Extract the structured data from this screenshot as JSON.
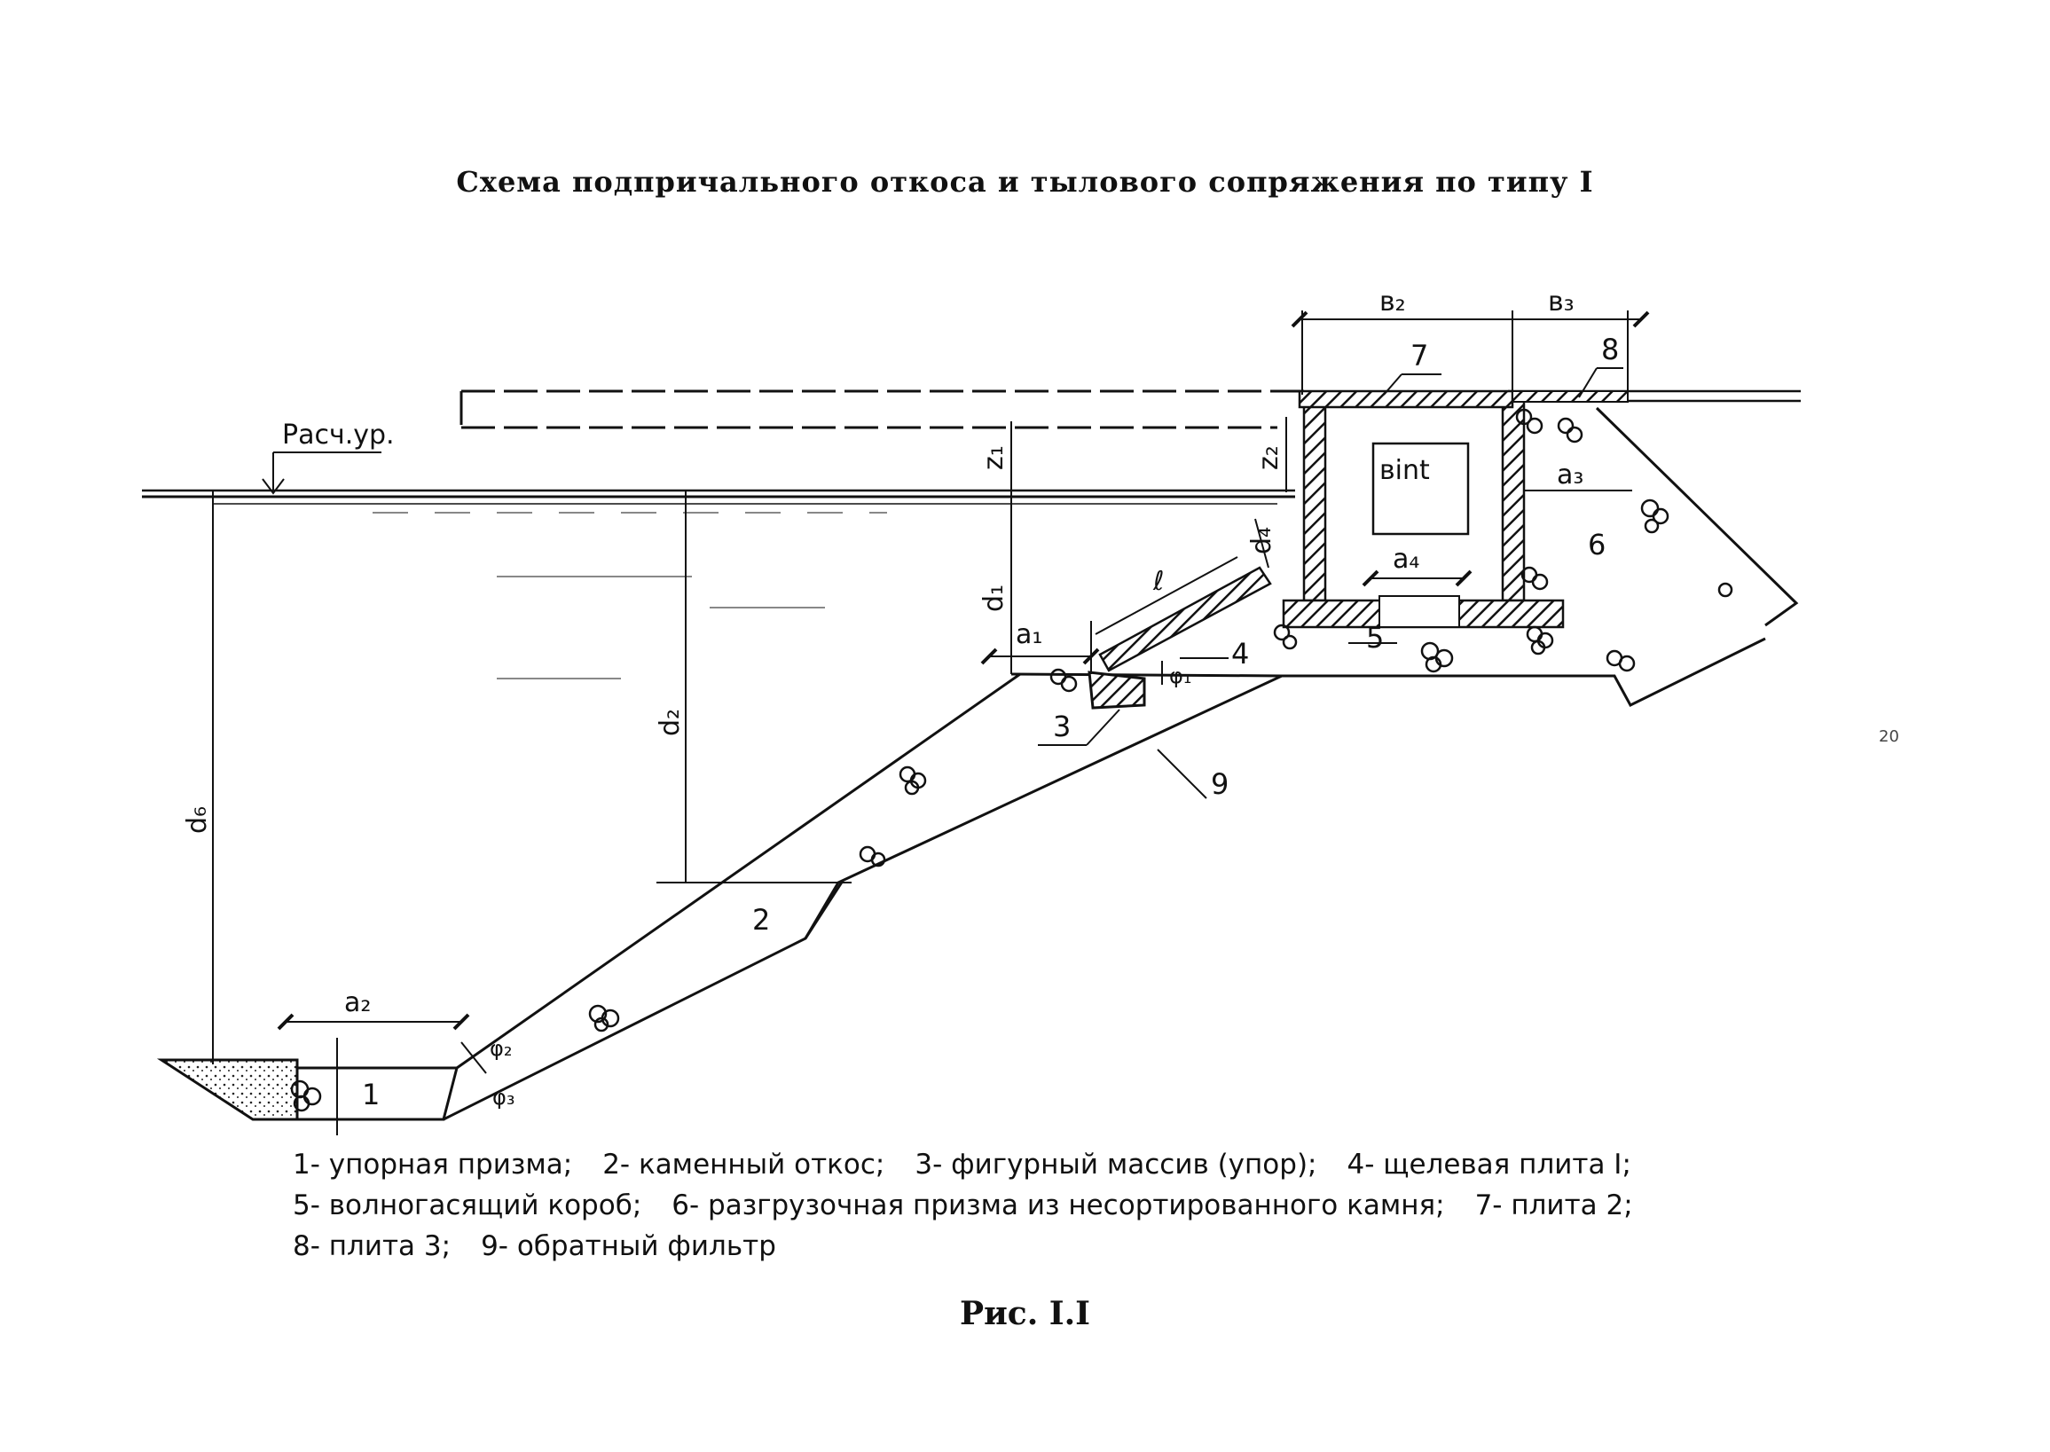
{
  "title": "Схема подпричального откоса и тылового сопряжения по типу I",
  "caption": "Рис. I.I",
  "page_mark": "20",
  "water_level_label": "Расч.ур.",
  "dimensions": {
    "b2": "в₂",
    "b3": "в₃",
    "b_int": "вint",
    "a1": "a₁",
    "a2": "a₂",
    "a3": "a₃",
    "a4": "a₄",
    "z1": "z₁",
    "z2": "z₂",
    "d1": "d₁",
    "d2": "d₂",
    "d4": "d₄",
    "d6": "d₆",
    "ell": "ℓ",
    "phi1": "φ₁",
    "phi2": "φ₂",
    "phi3": "φ₃"
  },
  "part_numbers": [
    "1",
    "2",
    "3",
    "4",
    "5",
    "6",
    "7",
    "8",
    "9"
  ],
  "legend": [
    [
      "1- упорная призма;",
      "2- каменный откос;",
      "3- фигурный массив (упор);",
      "4- щелевая плита I;"
    ],
    [
      "5- волногасящий короб;",
      "6- разгрузочная призма из несортированного камня;",
      "7- плита 2;"
    ],
    [
      "8- плита 3;",
      "9- обратный фильтр"
    ]
  ]
}
